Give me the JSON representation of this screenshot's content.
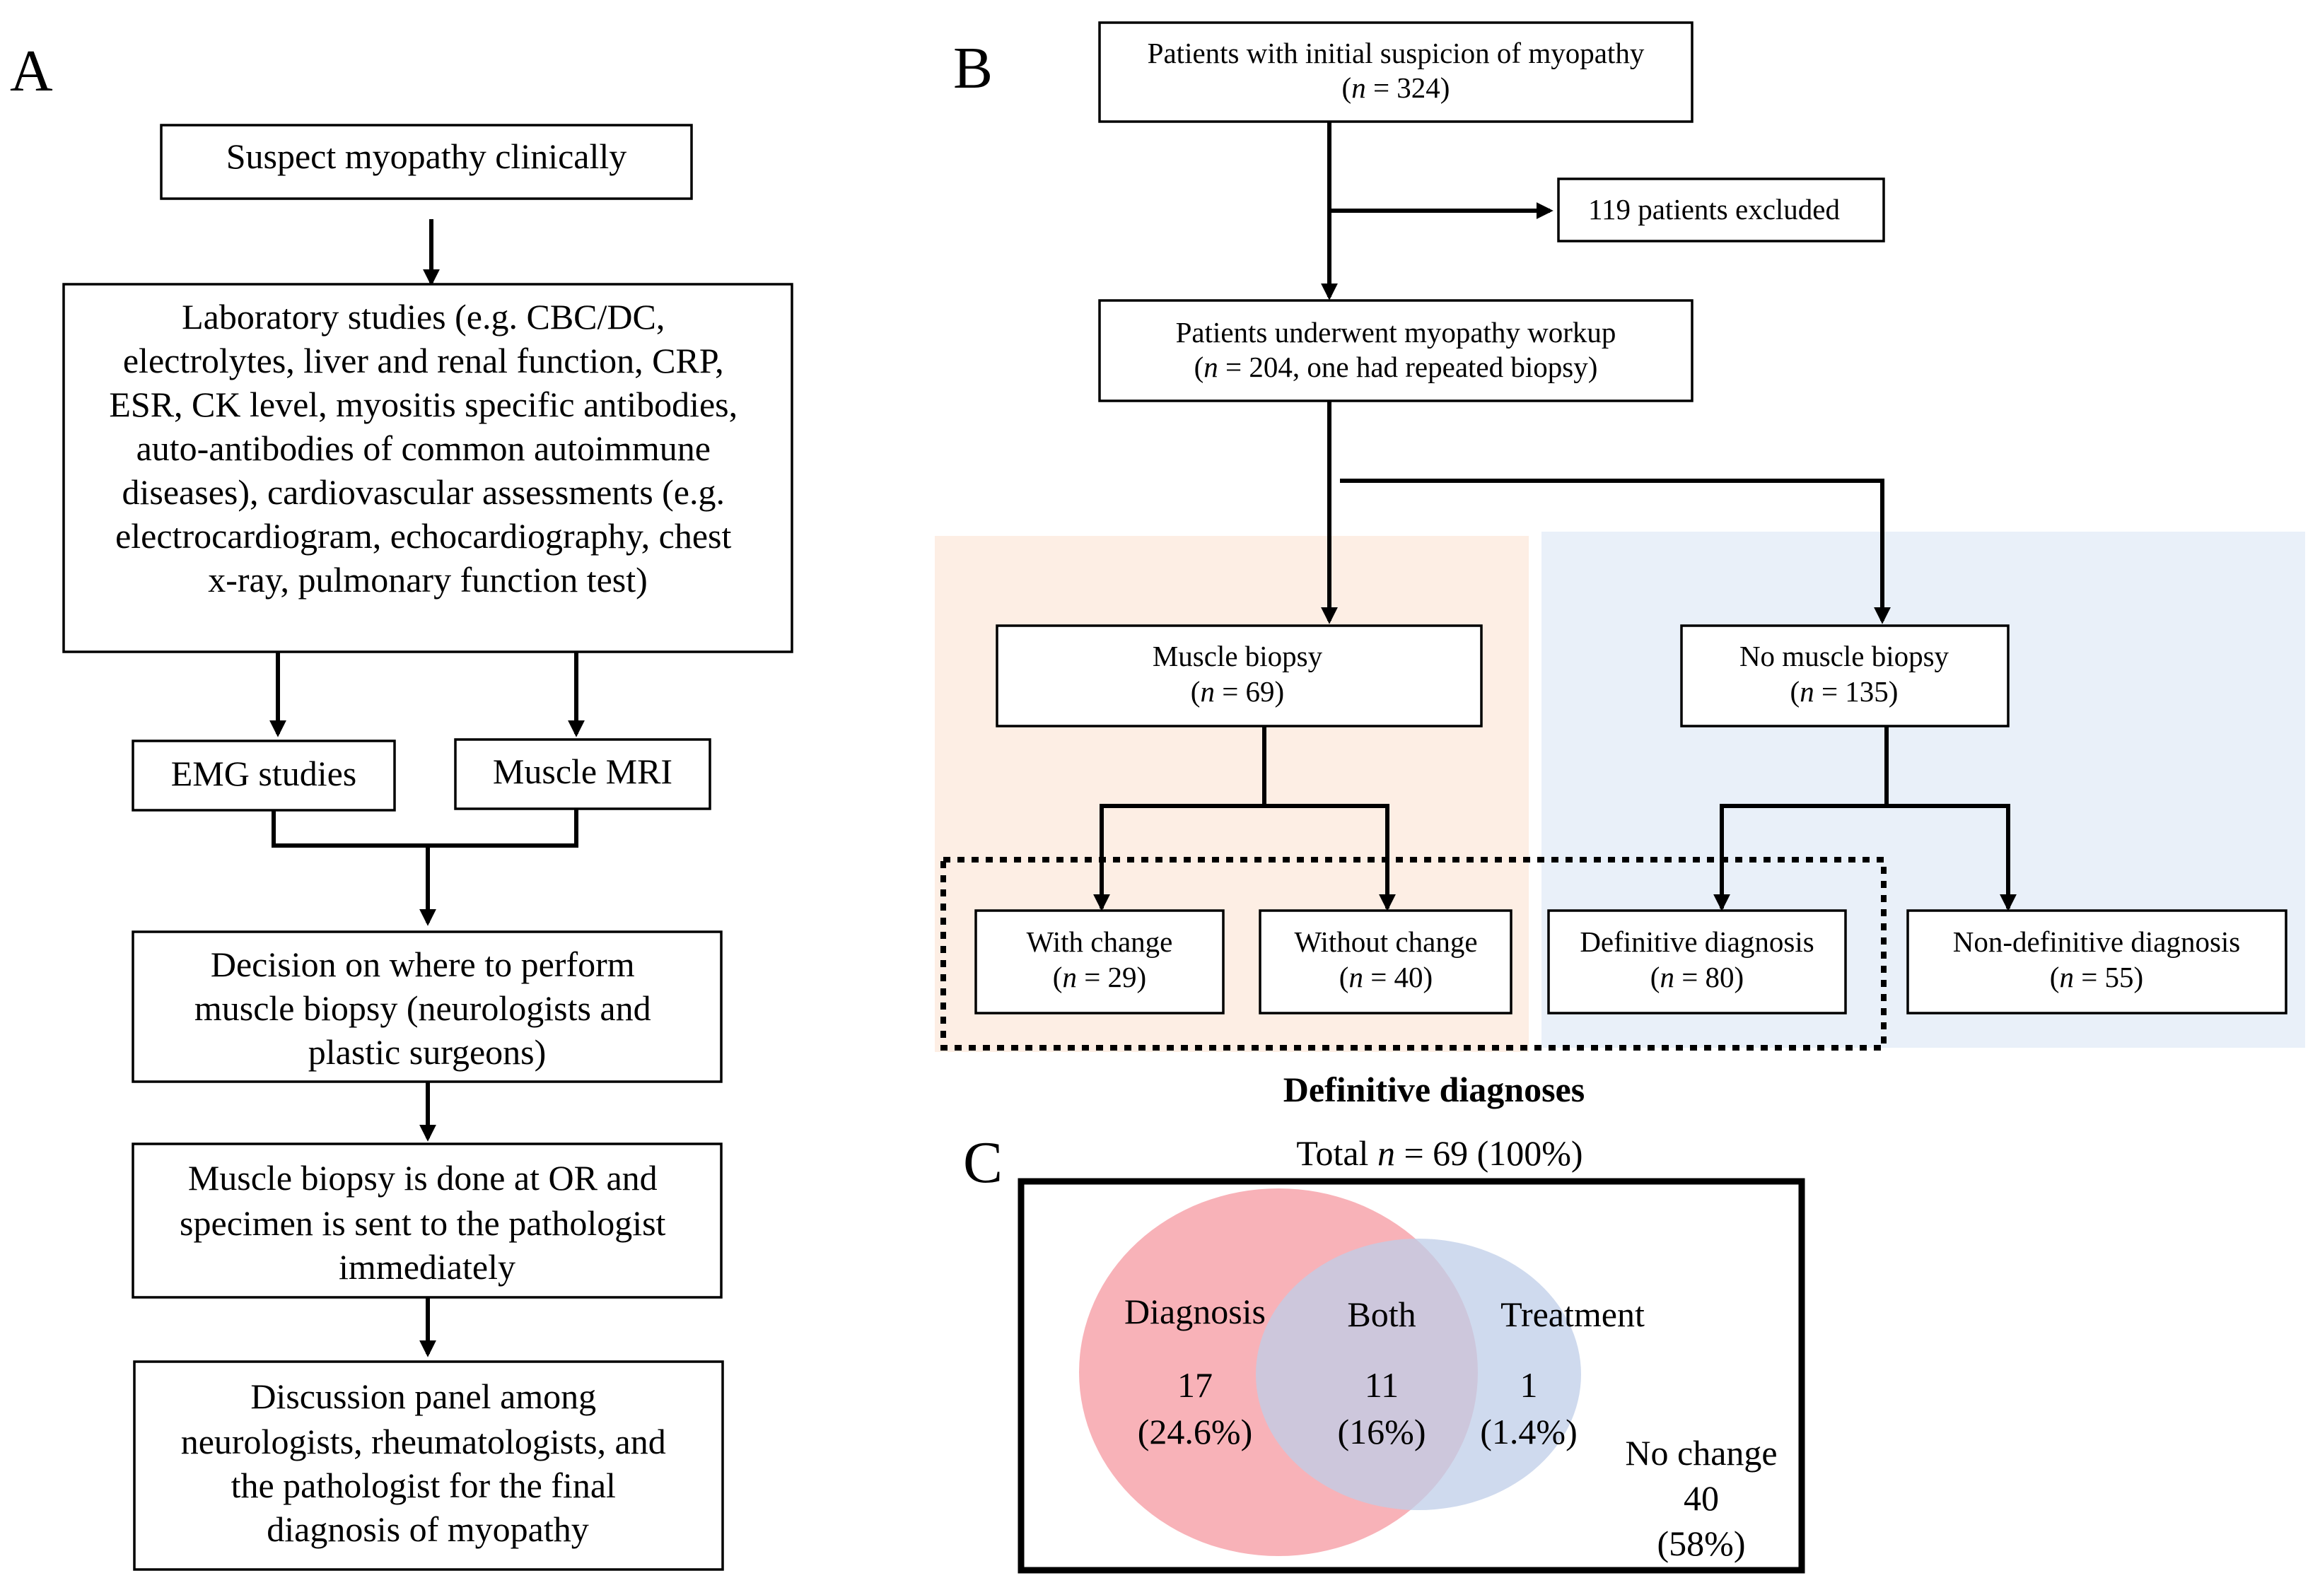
{
  "panel_a": {
    "label": "A",
    "suspect": "Suspect myopathy clinically",
    "lab_studies": [
      "Laboratory studies (e.g. CBC/DC,",
      "electrolytes, liver and renal function, CRP,",
      "ESR, CK level, myositis specific antibodies,",
      "auto-antibodies of common autoimmune",
      "diseases), cardiovascular assessments (e.g.",
      "electrocardiogram, echocardiography, chest",
      "x-ray, pulmonary function test)"
    ],
    "emg": "EMG studies",
    "mri": "Muscle MRI",
    "decision": [
      "Decision on where to perform",
      "muscle biopsy (neurologists and",
      "plastic surgeons)"
    ],
    "biopsy_done": [
      "Muscle biopsy is done at OR and",
      "specimen is sent to the pathologist",
      "immediately"
    ],
    "panel_discussion": [
      "Discussion panel among",
      "neurologists, rheumatologists, and",
      "the pathologist for the final",
      "diagnosis of myopathy"
    ]
  },
  "panel_b": {
    "label": "B",
    "initial": {
      "title": "Patients with initial suspicion of myopathy",
      "n_prefix": "(",
      "n_var": "n",
      "n_rest": " = 324)"
    },
    "excluded": "119 patients excluded",
    "workup": {
      "title": "Patients underwent myopathy workup",
      "n_prefix": "(",
      "n_var": "n",
      "n_rest": " = 204, one had repeated biopsy)"
    },
    "muscle_biopsy": {
      "title": "Muscle biopsy",
      "n_prefix": "(",
      "n_var": "n",
      "n_rest": " = 69)"
    },
    "no_muscle_biopsy": {
      "title": "No muscle biopsy",
      "n_prefix": "(",
      "n_var": "n",
      "n_rest": " = 135)"
    },
    "with_change": {
      "title": "With change",
      "n_prefix": "(",
      "n_var": "n",
      "n_rest": " = 29)"
    },
    "without_change": {
      "title": "Without change",
      "n_prefix": "(",
      "n_var": "n",
      "n_rest": " = 40)"
    },
    "definitive": {
      "title": "Definitive diagnosis",
      "n_prefix": "(",
      "n_var": "n",
      "n_rest": " = 80)"
    },
    "non_definitive": {
      "title": "Non-definitive diagnosis",
      "n_prefix": "(",
      "n_var": "n",
      "n_rest": " = 55)"
    },
    "caption": "Definitive diagnoses",
    "colors": {
      "biopsy_bg": "#fdeee4",
      "no_biopsy_bg": "#e9f0f9"
    }
  },
  "panel_c": {
    "label": "C",
    "total_prefix": "Total ",
    "total_var": "n",
    "total_rest": " = 69 (100%)",
    "diagnosis": {
      "label": "Diagnosis",
      "count": "17",
      "pct": "(24.6%)"
    },
    "both": {
      "label": "Both",
      "count": "11",
      "pct": "(16%)"
    },
    "treatment": {
      "label": "Treatment",
      "count": "1",
      "pct": "(1.4%)"
    },
    "no_change": {
      "label": "No change",
      "count": "40",
      "pct": "(58%)"
    },
    "colors": {
      "diagnosis": "#f7a4ac",
      "treatment": "#bfcde8"
    }
  }
}
